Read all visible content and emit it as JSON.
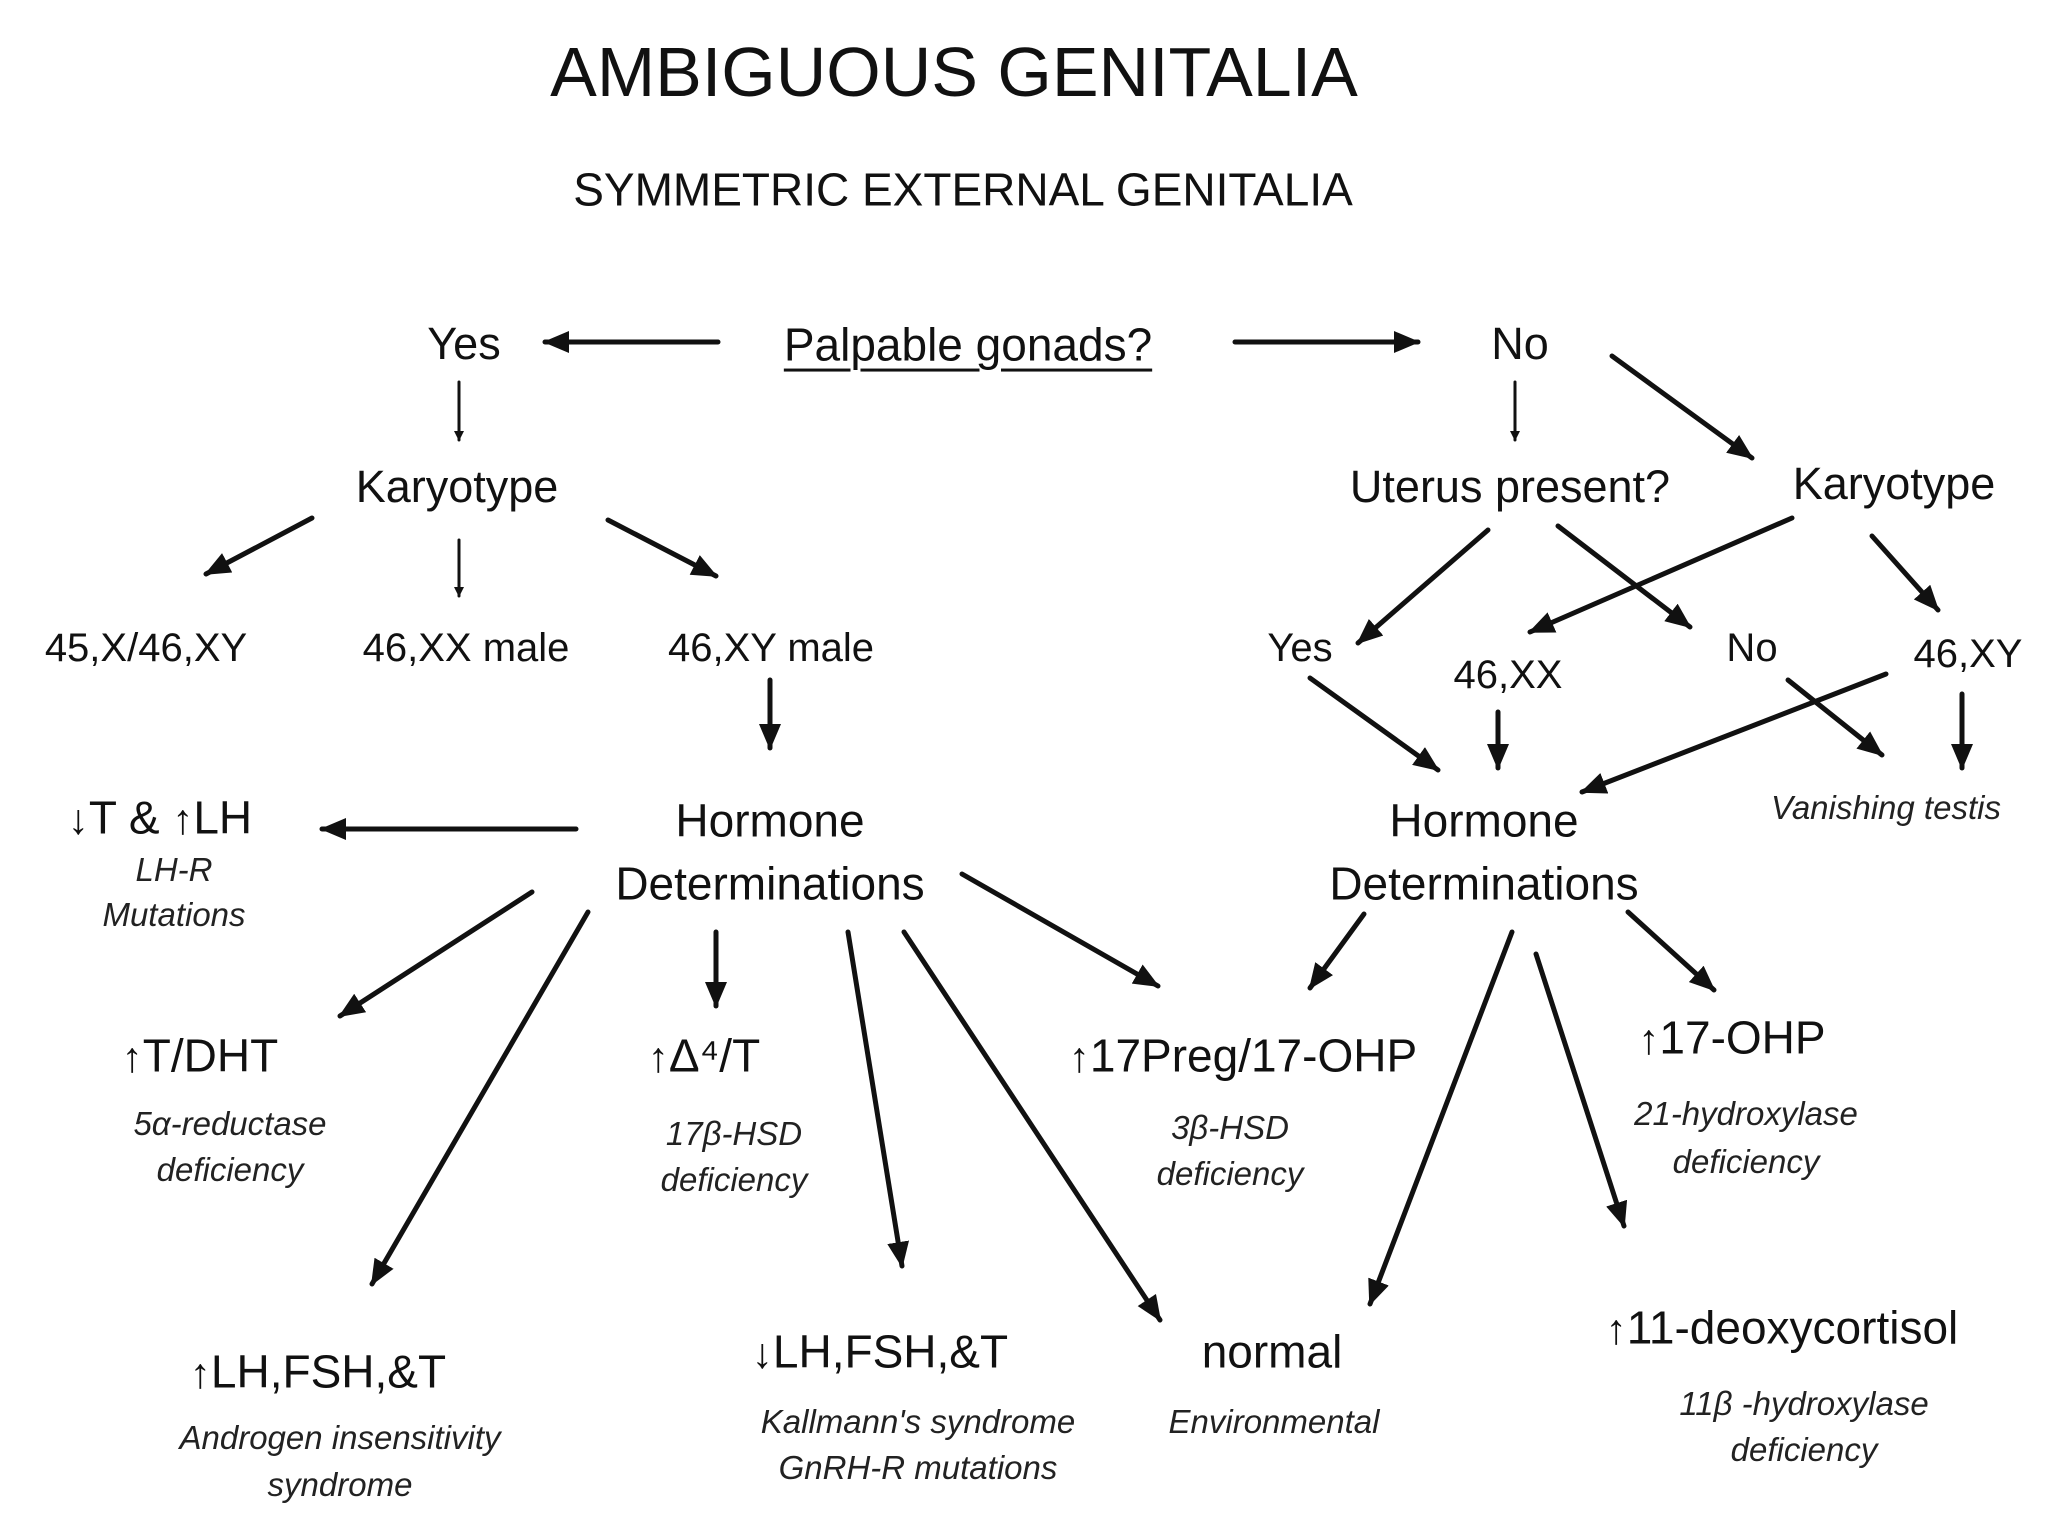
{
  "title": "AMBIGUOUS GENITALIA",
  "subtitle": "SYMMETRIC EXTERNAL GENITALIA",
  "nodes": {
    "root": "Palpable gonads?",
    "yes_top": "Yes",
    "no_top": "No",
    "karyotype_left": "Karyotype",
    "uterus": "Uterus present?",
    "karyotype_right": "Karyotype",
    "k1": "45,X/46,XY",
    "k2": "46,XX male",
    "k3": "46,XY male",
    "uterus_yes": "Yes",
    "karyo_46xx": "46,XX",
    "uterus_no": "No",
    "karyo_46xy": "46,XY",
    "vanishing": "Vanishing testis",
    "hormone_left_1": "Hormone",
    "hormone_left_2": "Determinations",
    "hormone_right_1": "Hormone",
    "hormone_right_2": "Determinations"
  },
  "results": {
    "lhr": {
      "a1": "↓",
      "t1": "T & ",
      "a2": "↑",
      "t2": "LH",
      "n1": "LH-R",
      "n2": "Mutations"
    },
    "tdht": {
      "a": "↑",
      "t": "T/DHT",
      "n1": "5α-reductase",
      "n2": "deficiency"
    },
    "d4t": {
      "a": "↑",
      "t": "Δ⁴/T",
      "n1": "17β-HSD",
      "n2": "deficiency"
    },
    "preg": {
      "a": "↑",
      "t": "17Preg/17-OHP",
      "n1": "3β-HSD",
      "n2": "deficiency"
    },
    "ohp": {
      "a": "↑",
      "t": "17-OHP",
      "n1": "21-hydroxylase",
      "n2": "deficiency"
    },
    "ais": {
      "a": "↑",
      "t": "LH,FSH,&T",
      "n1": "Androgen insensitivity",
      "n2": "syndrome"
    },
    "kall": {
      "a": "↓",
      "t": "LH,FSH,&T",
      "n1": "Kallmann's syndrome",
      "n2": "GnRH-R mutations"
    },
    "normal": {
      "t": "normal",
      "n1": "Environmental"
    },
    "deoxy": {
      "a": "↑",
      "t": "11-deoxycortisol",
      "n1": "11β -hydroxylase",
      "n2": "deficiency"
    }
  }
}
